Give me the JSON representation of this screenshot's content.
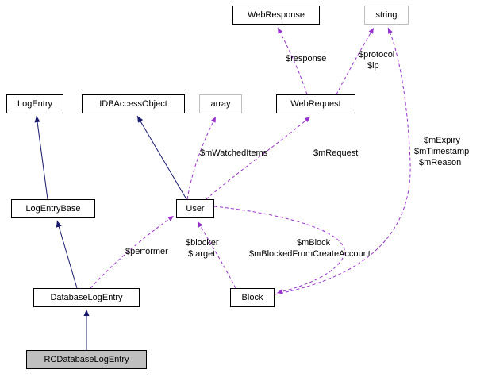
{
  "diagram": {
    "kind": "collaboration-graph",
    "colors": {
      "inheritance_edge": "#191970",
      "collaboration_edge": "#9932cc",
      "node_border": "#000000",
      "muted_node_border": "#bebebe",
      "highlight_node_fill": "#bfbfbf"
    },
    "nodes": {
      "webresponse": {
        "label": "WebResponse"
      },
      "string": {
        "label": "string"
      },
      "logentry": {
        "label": "LogEntry"
      },
      "idbaccessobject": {
        "label": "IDBAccessObject"
      },
      "array": {
        "label": "array"
      },
      "webrequest": {
        "label": "WebRequest"
      },
      "logentrybase": {
        "label": "LogEntryBase"
      },
      "user": {
        "label": "User"
      },
      "databaselogentry": {
        "label": "DatabaseLogEntry"
      },
      "block": {
        "label": "Block"
      },
      "rcdatabaselogentry": {
        "label": "RCDatabaseLogEntry"
      }
    },
    "edges": {
      "inheritance": [
        {
          "from": "LogEntryBase",
          "to": "LogEntry"
        },
        {
          "from": "User",
          "to": "IDBAccessObject"
        },
        {
          "from": "DatabaseLogEntry",
          "to": "LogEntryBase"
        },
        {
          "from": "RCDatabaseLogEntry",
          "to": "DatabaseLogEntry"
        }
      ],
      "collaboration": [
        {
          "from": "WebRequest",
          "to": "WebResponse",
          "labels": [
            "$response"
          ]
        },
        {
          "from": "WebRequest",
          "to": "string",
          "labels": [
            "$protocol",
            "$ip"
          ]
        },
        {
          "from": "User",
          "to": "array",
          "labels": [
            "$mWatchedItems"
          ]
        },
        {
          "from": "User",
          "to": "WebRequest",
          "labels": [
            "$mRequest"
          ]
        },
        {
          "from": "Block",
          "to": "string",
          "labels": [
            "$mExpiry",
            "$mTimestamp",
            "$mReason"
          ]
        },
        {
          "from": "DatabaseLogEntry",
          "to": "User",
          "labels": [
            "$performer"
          ]
        },
        {
          "from": "Block",
          "to": "User",
          "labels": [
            "$blocker",
            "$target"
          ]
        },
        {
          "from": "User",
          "to": "Block",
          "labels": [
            "$mBlock",
            "$mBlockedFromCreateAccount"
          ]
        }
      ]
    }
  }
}
